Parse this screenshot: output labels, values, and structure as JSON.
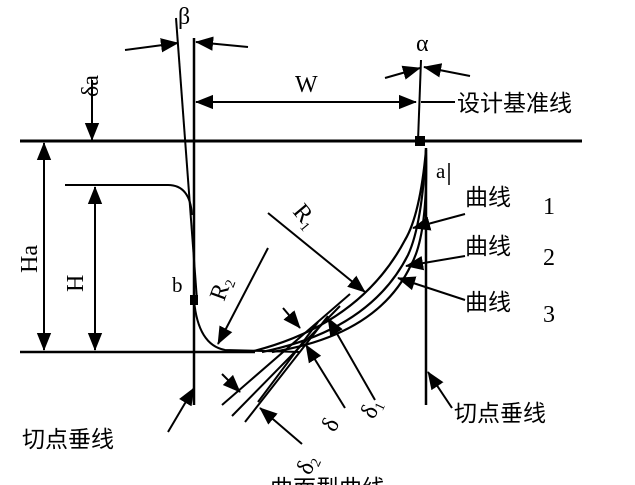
{
  "labels": {
    "beta": "β",
    "alpha": "α",
    "delta_a": "δa",
    "w": "W",
    "design_baseline": "设计基准线",
    "ha": "Ha",
    "h": "H",
    "point_a": "a",
    "point_b": "b",
    "r1": "R",
    "r1_sub": "1",
    "r2": "R",
    "r2_sub": "2",
    "curve": "曲线",
    "curve1_num": "1",
    "curve2_num": "2",
    "curve3_num": "3",
    "delta": "δ",
    "delta1": "δ",
    "delta1_sub": "1",
    "delta2": "δ",
    "delta2_sub": "2",
    "tangent_left": "切点垂线",
    "tangent_right": "切点垂线",
    "bottom_caption": "曲面型曲线"
  },
  "colors": {
    "stroke": "#000000",
    "background": "#ffffff"
  }
}
